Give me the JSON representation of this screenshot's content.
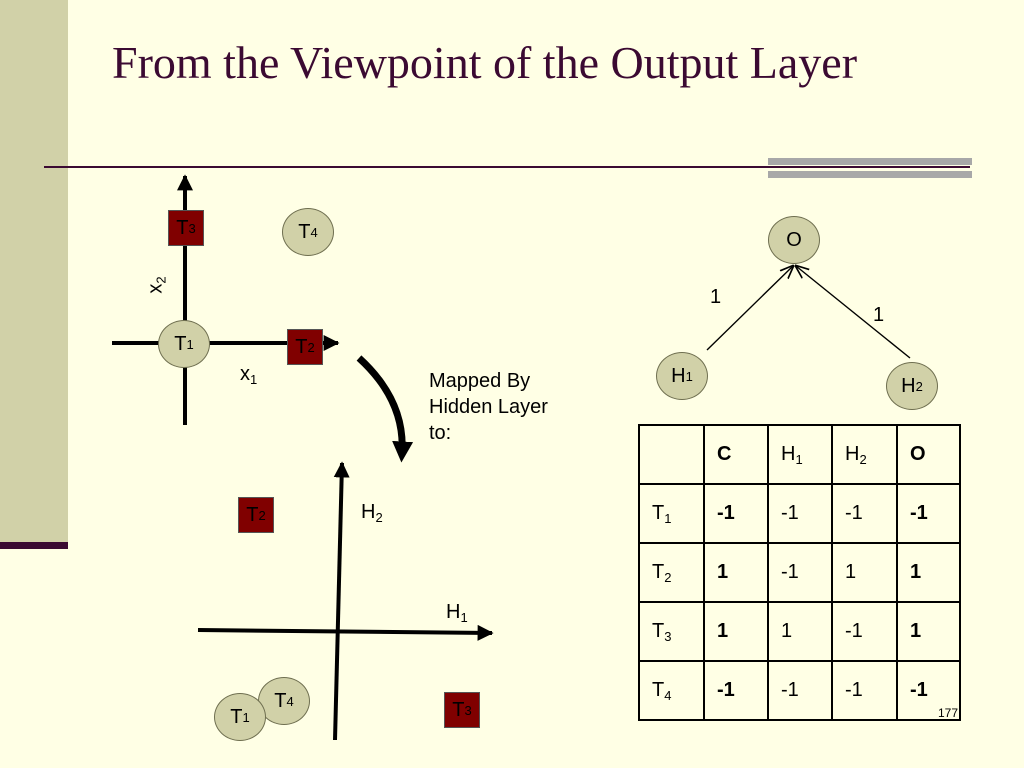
{
  "slide": {
    "title": "From the Viewpoint of the Output Layer",
    "page_number": "177",
    "mapped_text": [
      "Mapped By",
      "Hidden Layer",
      "to:"
    ]
  },
  "input_space": {
    "x_axis": {
      "base": "x",
      "sub": "1"
    },
    "y_axis": {
      "base": "x",
      "sub": "2"
    },
    "points": [
      {
        "base": "T",
        "sub": "1",
        "shape": "circle"
      },
      {
        "base": "T",
        "sub": "2",
        "shape": "square"
      },
      {
        "base": "T",
        "sub": "3",
        "shape": "square"
      },
      {
        "base": "T",
        "sub": "4",
        "shape": "circle"
      }
    ]
  },
  "hidden_space": {
    "x_axis": {
      "base": "H",
      "sub": "1"
    },
    "y_axis": {
      "base": "H",
      "sub": "2"
    },
    "points": [
      {
        "base": "T",
        "sub": "2",
        "shape": "square"
      },
      {
        "base": "T",
        "sub": "4",
        "shape": "circle"
      },
      {
        "base": "T",
        "sub": "1",
        "shape": "circle"
      },
      {
        "base": "T",
        "sub": "3",
        "shape": "square"
      }
    ]
  },
  "network": {
    "output": "O",
    "hidden": [
      {
        "base": "H",
        "sub": "1"
      },
      {
        "base": "H",
        "sub": "2"
      }
    ],
    "weights": [
      "1",
      "1"
    ]
  },
  "table": {
    "header": [
      {
        "base": "",
        "sub": "",
        "bold": false
      },
      {
        "base": "C",
        "sub": "",
        "bold": true
      },
      {
        "base": "H",
        "sub": "1",
        "bold": false
      },
      {
        "base": "H",
        "sub": "2",
        "bold": false
      },
      {
        "base": "O",
        "sub": "",
        "bold": true
      }
    ],
    "rows": [
      {
        "label": {
          "base": "T",
          "sub": "1"
        },
        "values": [
          "-1",
          "-1",
          "-1",
          "-1"
        ]
      },
      {
        "label": {
          "base": "T",
          "sub": "2"
        },
        "values": [
          "1",
          "-1",
          "1",
          "1"
        ]
      },
      {
        "label": {
          "base": "T",
          "sub": "3"
        },
        "values": [
          "1",
          "1",
          "-1",
          "1"
        ]
      },
      {
        "label": {
          "base": "T",
          "sub": "4"
        },
        "values": [
          "-1",
          "-1",
          "-1",
          "-1"
        ]
      }
    ]
  },
  "colors": {
    "background": "#FFFFE5",
    "sidebar": "#D1D1A8",
    "title": "#3B0A32",
    "node_fill": "#D1D1A8",
    "square_fill": "#800000",
    "accent_bar": "#A8A8A8"
  }
}
